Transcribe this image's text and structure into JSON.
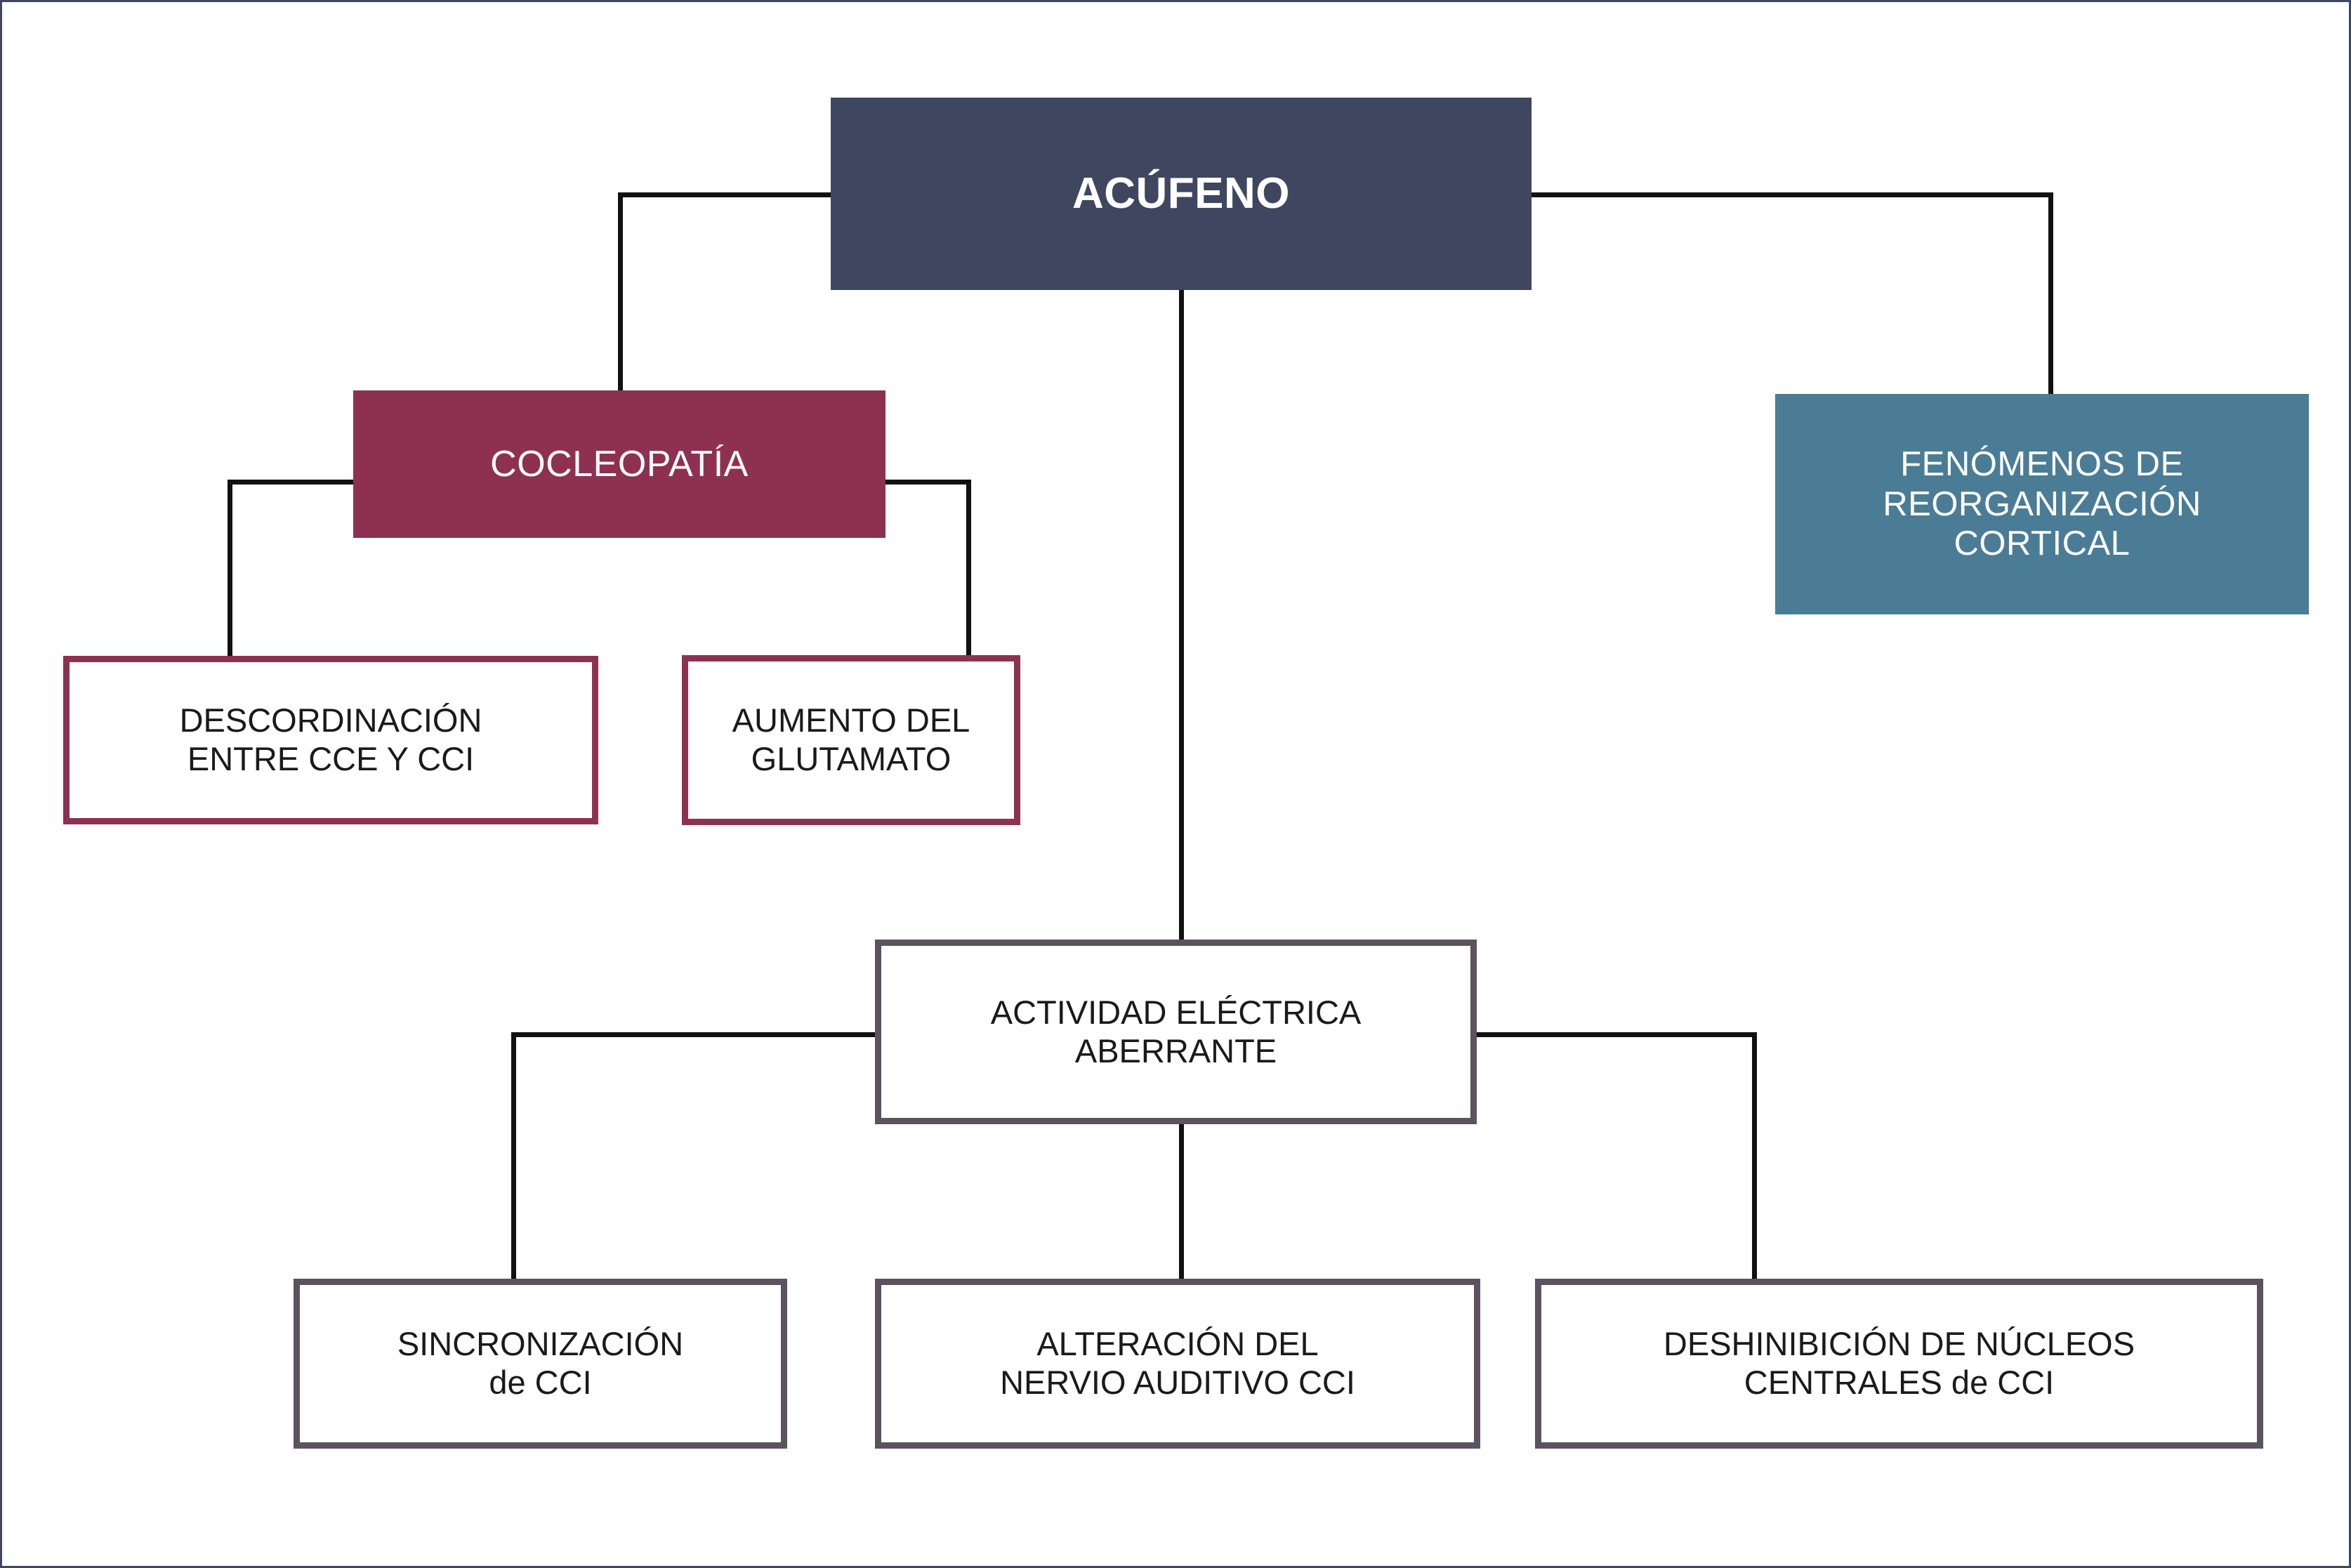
{
  "diagram": {
    "title_node": "ACÚFENO",
    "type": "hierarchical-flowchart",
    "colors": {
      "navy": "#3f465f",
      "maroon": "#8e3150",
      "teal": "#4a7c95",
      "plum_outline": "#5d5260",
      "connector": "#111111",
      "page_border": "#3f465f",
      "background": "#ffffff",
      "text_light": "#ffffff",
      "text_dark": "#1a1a1a"
    },
    "nodes": {
      "acufeno": {
        "label": "ACÚFENO",
        "style": "filled-navy",
        "level": 0
      },
      "cocleopatia": {
        "label": "COCLEOPATÍA",
        "style": "filled-maroon",
        "level": 1
      },
      "fenomenos": {
        "label": "FENÓMENOS DE\nREORGANIZACIÓN\nCORTICAL",
        "style": "filled-teal",
        "level": 1
      },
      "descoordinacion": {
        "label": "DESCORDINACIÓN\nENTRE CCE Y CCI",
        "style": "outline-maroon",
        "level": 2
      },
      "glutamato": {
        "label": "AUMENTO DEL\nGLUTAMATO",
        "style": "outline-maroon",
        "level": 2
      },
      "actividad": {
        "label": "ACTIVIDAD ELÉCTRICA\nABERRANTE",
        "style": "outline-plum",
        "level": 1
      },
      "sincronizacion": {
        "label": "SINCRONIZACIÓN\nde CCI",
        "style": "outline-plum",
        "level": 2
      },
      "alteracion": {
        "label": "ALTERACIÓN DEL\nNERVIO AUDITIVO CCI",
        "style": "outline-plum",
        "level": 2
      },
      "deshinibicion": {
        "label": "DESHINIBICIÓN DE NÚCLEOS\nCENTRALES de CCI",
        "style": "outline-plum",
        "level": 2
      }
    },
    "edges": [
      {
        "from": "acufeno",
        "to": "cocleopatia"
      },
      {
        "from": "acufeno",
        "to": "fenomenos"
      },
      {
        "from": "acufeno",
        "to": "actividad"
      },
      {
        "from": "cocleopatia",
        "to": "descoordinacion"
      },
      {
        "from": "cocleopatia",
        "to": "glutamato"
      },
      {
        "from": "actividad",
        "to": "sincronizacion"
      },
      {
        "from": "actividad",
        "to": "alteracion"
      },
      {
        "from": "actividad",
        "to": "deshinibicion"
      }
    ]
  }
}
